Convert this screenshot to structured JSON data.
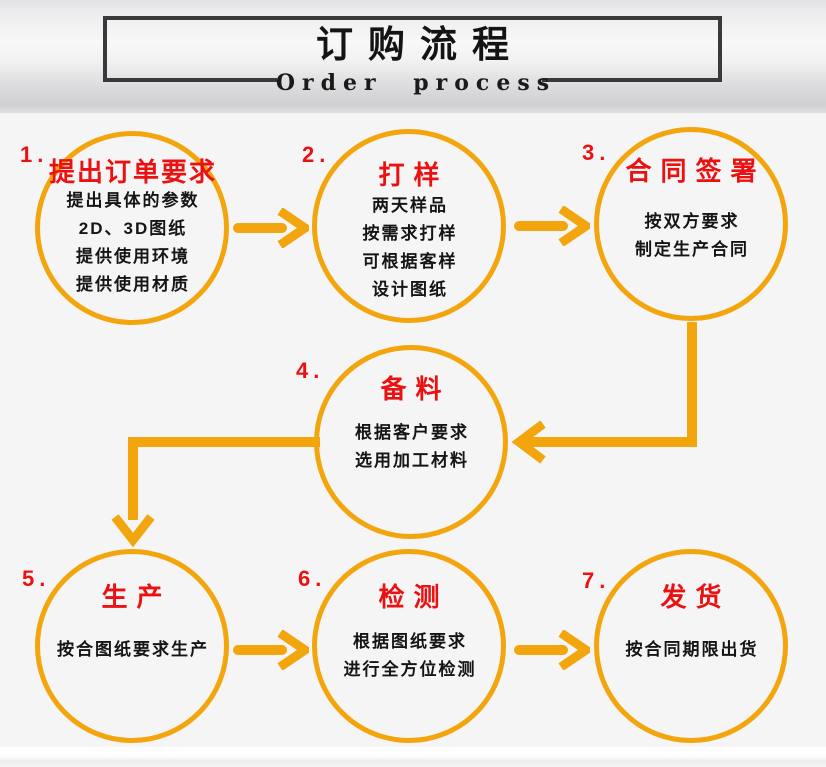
{
  "header": {
    "title": "订购流程",
    "subtitle": "Order process"
  },
  "steps": [
    {
      "num": "1.",
      "title": "提出订单要求",
      "lines": [
        "提出具体的参数",
        "2D、3D图纸",
        "提供使用环境",
        "提供使用材质"
      ]
    },
    {
      "num": "2.",
      "title": "打样",
      "lines": [
        "两天样品",
        "按需求打样",
        "可根据客样",
        "设计图纸"
      ]
    },
    {
      "num": "3.",
      "title": "合同签署",
      "lines": [
        "按双方要求",
        "制定生产合同"
      ]
    },
    {
      "num": "4.",
      "title": "备料",
      "lines": [
        "根据客户要求",
        "选用加工材料"
      ]
    },
    {
      "num": "5.",
      "title": "生产",
      "lines": [
        "按合图纸要求生产"
      ]
    },
    {
      "num": "6.",
      "title": "检测",
      "lines": [
        "根据图纸要求",
        "进行全方位检测"
      ]
    },
    {
      "num": "7.",
      "title": "发货",
      "lines": [
        "按合同期限出货"
      ]
    }
  ],
  "flow": [
    "1 → 2",
    "2 → 3",
    "3 → 4",
    "4 → 5",
    "5 → 6",
    "6 → 7"
  ],
  "colors": {
    "accent_orange": "#F2A50D",
    "step_title_red": "#EC1111",
    "body_text": "#151515",
    "frame_border": "#39393B",
    "background": "#F5F5F6"
  }
}
